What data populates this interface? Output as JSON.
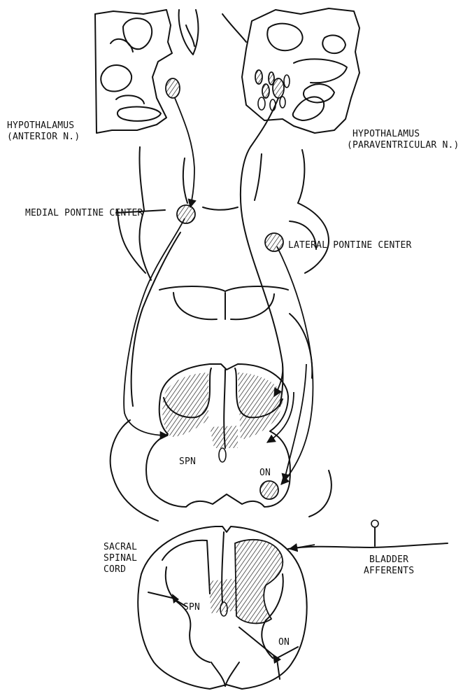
{
  "labels": {
    "hypothalamus_anterior_1": "HYPOTHALAMUS",
    "hypothalamus_anterior_2": "(ANTERIOR N.)",
    "hypothalamus_paraventricular_1": "HYPOTHALAMUS",
    "hypothalamus_paraventricular_2": "(PARAVENTRICULAR N.)",
    "medial_pontine_center": "MEDIAL PONTINE CENTER",
    "lateral_pontine_center": "LATERAL PONTINE CENTER",
    "spn_upper": "SPN",
    "on_upper": "ON",
    "sacral_1": "SACRAL",
    "sacral_2": "SPINAL",
    "sacral_3": "CORD",
    "bladder_1": "BLADDER",
    "bladder_2": "AFFERENTS",
    "spn_lower": "SPN",
    "on_lower": "ON"
  }
}
